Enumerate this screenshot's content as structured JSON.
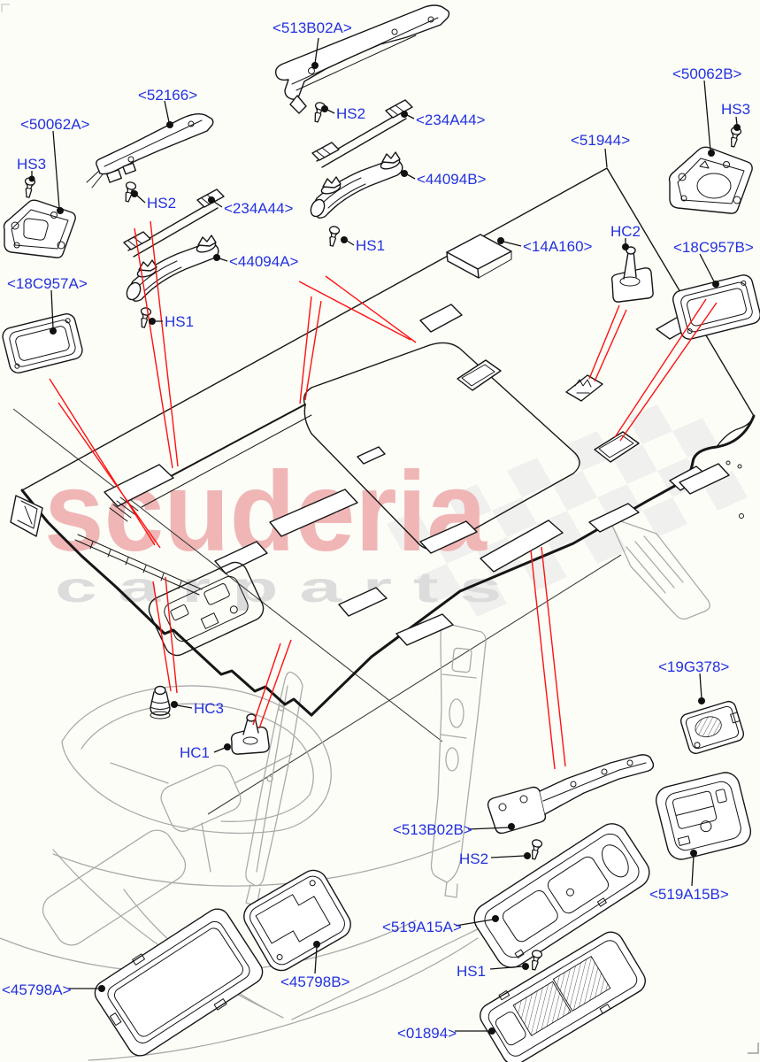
{
  "watermark": {
    "brand": "scuderia",
    "tagline": "c a r   p a r t s",
    "brand_color": "#f0b6b6",
    "tagline_color": "#dcdcdc"
  },
  "diagram": {
    "colors": {
      "label_blue": "#2231e0",
      "leader_black": "#111111",
      "callout_red": "#ff1111",
      "artwork_black": "#161616",
      "ghost_grey": "#aaaaaa",
      "background": "#fdfdf8"
    },
    "labels": [
      {
        "id": "513B02A",
        "text": "<513B02A>"
      },
      {
        "id": "52166",
        "text": "<52166>"
      },
      {
        "id": "50062A",
        "text": "<50062A>"
      },
      {
        "id": "HS3-left",
        "text": "HS3"
      },
      {
        "id": "HS2-left",
        "text": "HS2"
      },
      {
        "id": "234A44-left",
        "text": "<234A44>"
      },
      {
        "id": "44094A",
        "text": "<44094A>"
      },
      {
        "id": "HS1-left",
        "text": "HS1"
      },
      {
        "id": "18C957A",
        "text": "<18C957A>"
      },
      {
        "id": "HS2-top",
        "text": "HS2"
      },
      {
        "id": "234A44-top",
        "text": "<234A44>"
      },
      {
        "id": "44094B",
        "text": "<44094B>"
      },
      {
        "id": "HS1-top",
        "text": "HS1"
      },
      {
        "id": "14A160",
        "text": "<14A160>"
      },
      {
        "id": "51944",
        "text": "<51944>"
      },
      {
        "id": "HC2",
        "text": "HC2"
      },
      {
        "id": "50062B",
        "text": "<50062B>"
      },
      {
        "id": "HS3-right",
        "text": "HS3"
      },
      {
        "id": "18C957B",
        "text": "<18C957B>"
      },
      {
        "id": "19G378",
        "text": "<19G378>"
      },
      {
        "id": "HC3",
        "text": "HC3"
      },
      {
        "id": "HC1",
        "text": "HC1"
      },
      {
        "id": "513B02B",
        "text": "<513B02B>"
      },
      {
        "id": "HS2-bottom",
        "text": "HS2"
      },
      {
        "id": "519A15B",
        "text": "<519A15B>"
      },
      {
        "id": "519A15A",
        "text": "<519A15A>"
      },
      {
        "id": "45798A",
        "text": "<45798A>"
      },
      {
        "id": "45798B",
        "text": "<45798B>"
      },
      {
        "id": "HS1-bottom",
        "text": "HS1"
      },
      {
        "id": "01894",
        "text": "<01894>"
      }
    ]
  }
}
